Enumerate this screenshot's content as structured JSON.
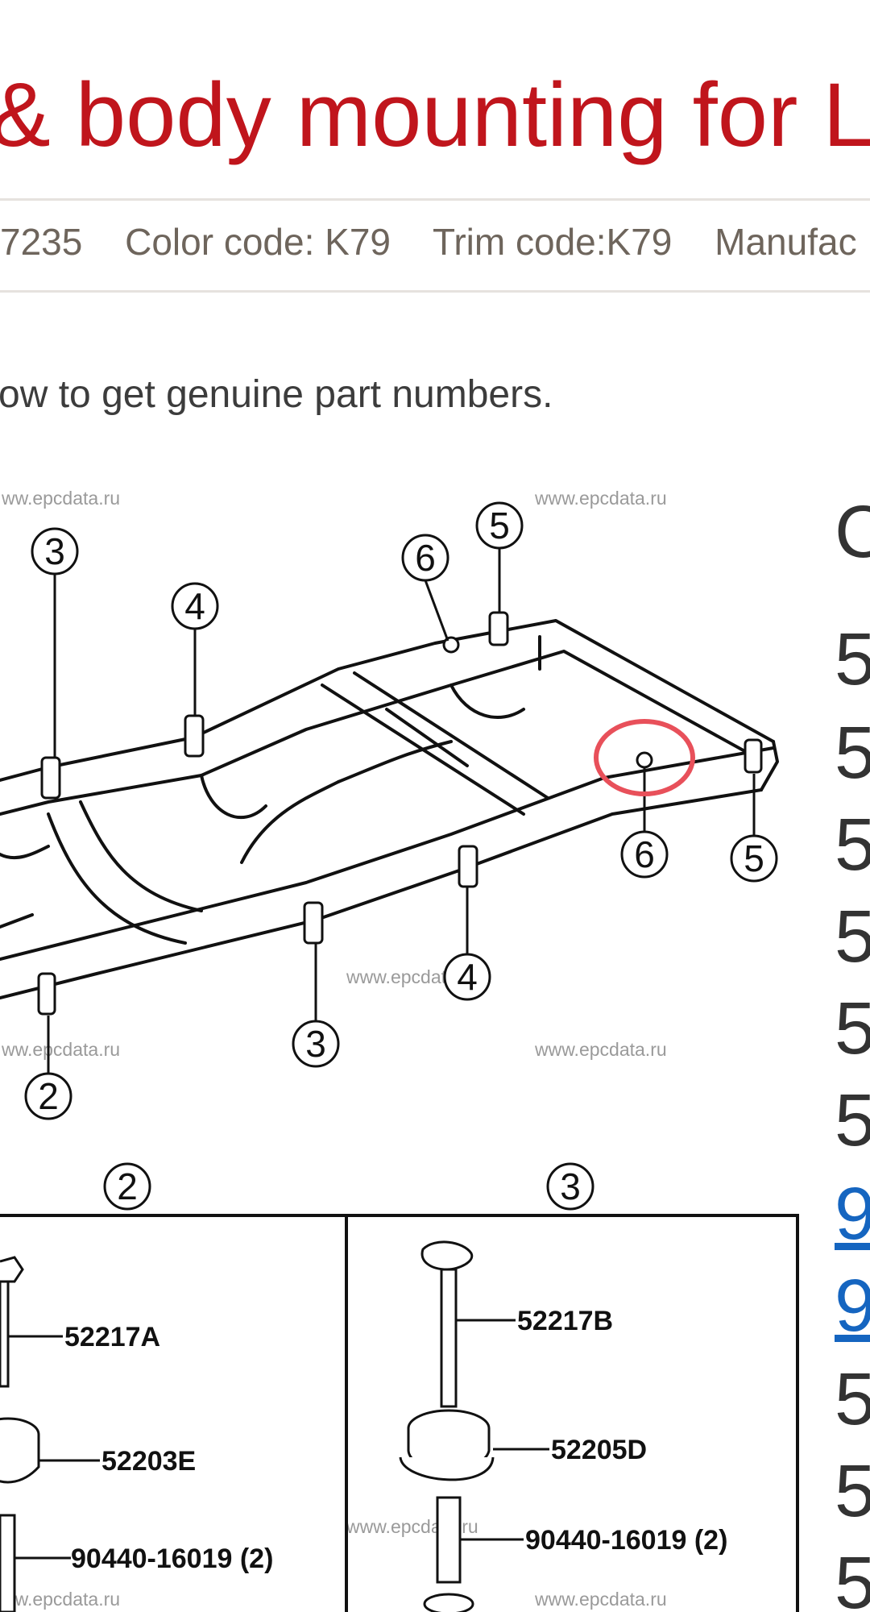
{
  "header": {
    "title": "& body mounting for La"
  },
  "meta": {
    "frame": "7235",
    "color_code": "Color code: K79",
    "trim_code": "Trim code:K79",
    "manufacturer": "Manufac"
  },
  "hint": "ow to get genuine part numbers.",
  "diagram": {
    "watermark": "ww.epcdata.ru",
    "watermark_full": "www.epcdata.ru",
    "callouts": [
      "2",
      "3",
      "4",
      "5",
      "6"
    ],
    "parts": {
      "left_bolt": "52217A",
      "left_cushion": "52203E",
      "left_sleeve": "90440-16019 (2)",
      "right_bolt": "52217B",
      "right_cushion": "52205D",
      "right_sleeve": "90440-16019 (2)"
    }
  },
  "sidebar": {
    "items": [
      {
        "label": "C",
        "link": false
      },
      {
        "label": "5",
        "link": false
      },
      {
        "label": "5",
        "link": false
      },
      {
        "label": "5",
        "link": false
      },
      {
        "label": "5",
        "link": false
      },
      {
        "label": "5",
        "link": false
      },
      {
        "label": "5",
        "link": false
      },
      {
        "label": "9",
        "link": true
      },
      {
        "label": "9",
        "link": true
      },
      {
        "label": "5",
        "link": false
      },
      {
        "label": "5",
        "link": false
      },
      {
        "label": "5",
        "link": false
      }
    ]
  },
  "colors": {
    "title": "#c0151c",
    "meta_text": "#6e655c",
    "link": "#1565c0",
    "highlight_circle": "#e8505a"
  }
}
